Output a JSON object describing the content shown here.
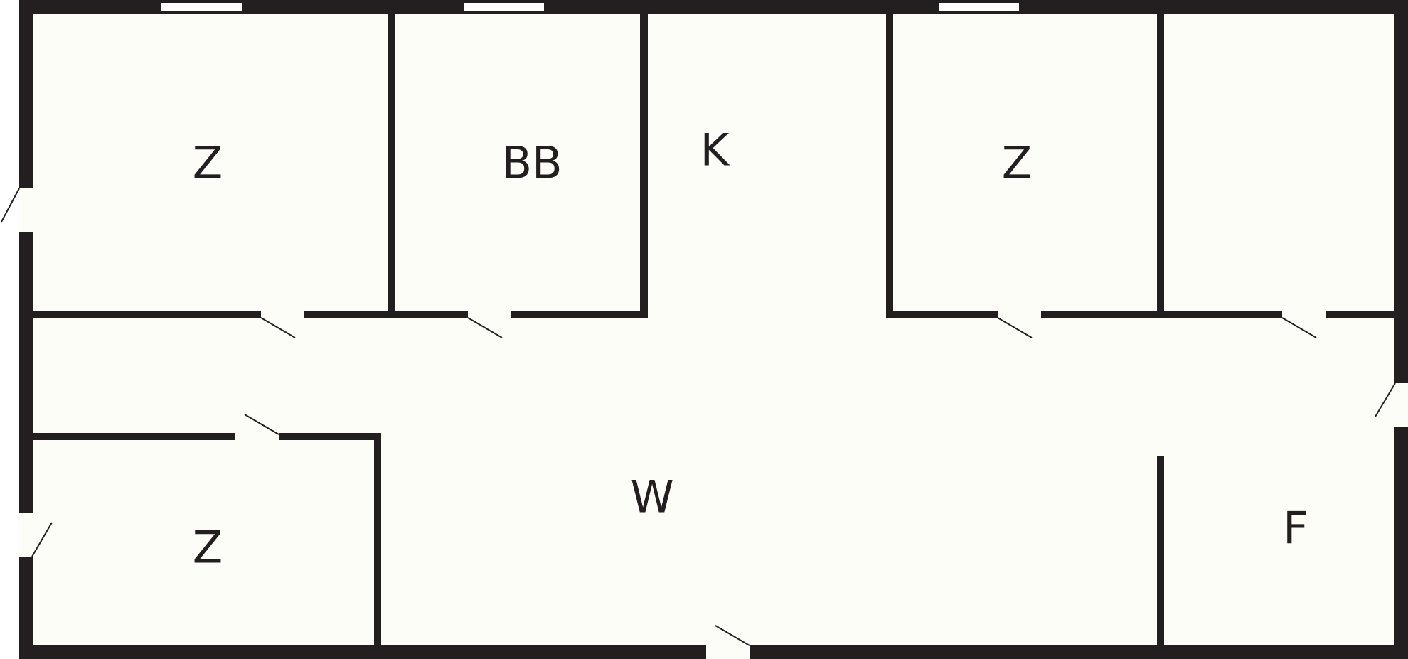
{
  "floor_plan": {
    "colors": {
      "wall": "#231f20",
      "floor": "#fdfdf8",
      "opening": "#ffffff"
    },
    "rooms": [
      {
        "id": "z-top-left",
        "label": "Z"
      },
      {
        "id": "bb",
        "label": "BB"
      },
      {
        "id": "k",
        "label": "K"
      },
      {
        "id": "z-top-right",
        "label": "Z"
      },
      {
        "id": "w",
        "label": "W"
      },
      {
        "id": "z-bottom-left",
        "label": "Z"
      },
      {
        "id": "f",
        "label": "F"
      }
    ]
  }
}
